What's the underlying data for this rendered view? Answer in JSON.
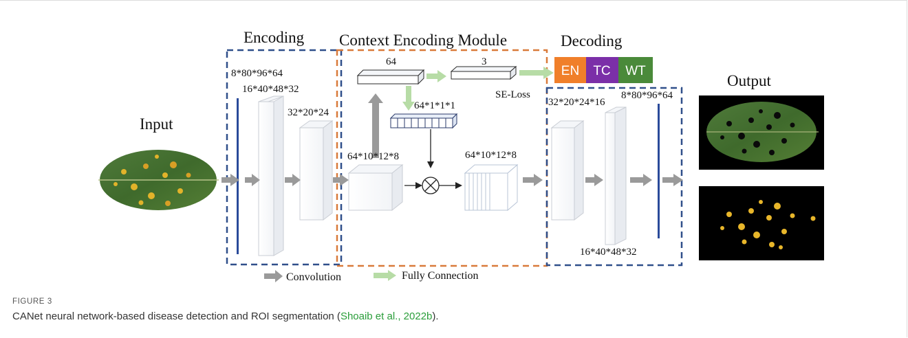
{
  "diagram": {
    "sections": {
      "encoding": "Encoding",
      "context": "Context Encoding Module",
      "decoding": "Decoding",
      "input": "Input",
      "output": "Output"
    },
    "encoder_dims": [
      "8*80*96*64",
      "16*40*48*32",
      "32*20*24"
    ],
    "context_dims": {
      "feature_in": "64*10*12*8",
      "feature_out": "64*10*12*8",
      "fc_in": "64",
      "fc_out": "3",
      "pooled": "64*1*1*1",
      "se_loss": "SE-Loss"
    },
    "decoder_dims": [
      "32*20*24*16",
      "8*80*96*64",
      "16*40*48*32"
    ],
    "classes": [
      {
        "label": "EN",
        "color": "#f07f2a"
      },
      {
        "label": "TC",
        "color": "#7b2fa8"
      },
      {
        "label": "WT",
        "color": "#4a8a3a"
      }
    ],
    "legend": {
      "convolution": "Convolution",
      "fully_connection": "Fully Connection"
    },
    "colors": {
      "encoder_box": "#2f4f8a",
      "context_box": "#d97a3a",
      "conv_arrow": "#9a9a9a",
      "fc_arrow": "#b7dca6",
      "bar": "#2a4a9a"
    }
  },
  "caption": {
    "label": "FIGURE 3",
    "text": "CANet neural network-based disease detection and ROI segmentation (",
    "citation": "Shoaib et al., 2022b",
    "end": ")."
  }
}
